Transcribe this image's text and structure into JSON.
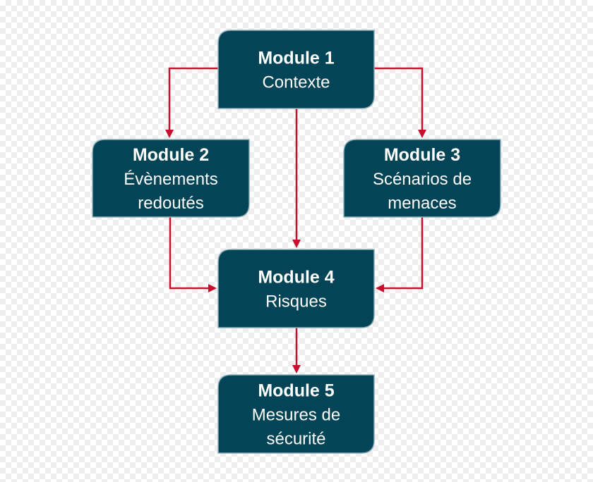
{
  "diagram": {
    "colors": {
      "node_fill": "#034557",
      "node_border": "#8fb0bb",
      "node_text": "#ffffff",
      "connector": "#c8102e"
    },
    "nodes": [
      {
        "id": "module-1",
        "title": "Module 1",
        "lines": [
          "Contexte"
        ]
      },
      {
        "id": "module-2",
        "title": "Module 2",
        "lines": [
          "Évènements",
          "redoutés"
        ]
      },
      {
        "id": "module-3",
        "title": "Module 3",
        "lines": [
          "Scénarios de",
          "menaces"
        ]
      },
      {
        "id": "module-4",
        "title": "Module 4",
        "lines": [
          "Risques"
        ]
      },
      {
        "id": "module-5",
        "title": "Module 5",
        "lines": [
          "Mesures de",
          "sécurité"
        ]
      }
    ],
    "edges": [
      {
        "from": "module-1",
        "to": "module-2"
      },
      {
        "from": "module-1",
        "to": "module-3"
      },
      {
        "from": "module-1",
        "to": "module-4"
      },
      {
        "from": "module-2",
        "to": "module-4"
      },
      {
        "from": "module-3",
        "to": "module-4"
      },
      {
        "from": "module-4",
        "to": "module-5"
      }
    ]
  }
}
